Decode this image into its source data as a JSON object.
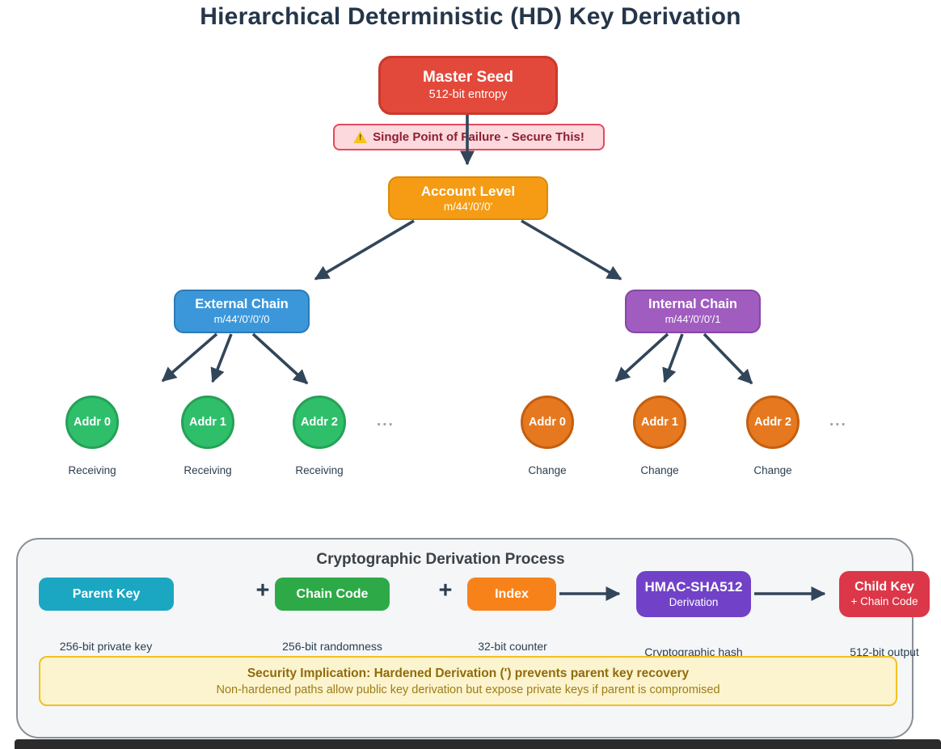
{
  "page": {
    "title": "Hierarchical Deterministic (HD) Key Derivation"
  },
  "colors": {
    "master_seed": "#e2493b",
    "warning_bg": "#fbd9dc",
    "warning_border": "#e5485c",
    "account_level": "#f59c14",
    "external_chain": "#3b97da",
    "internal_chain": "#a05cbf",
    "receiving_addr": "#2fbf6b",
    "change_addr": "#e6791f",
    "parent_key": "#1ba6c2",
    "chain_code": "#2daa47",
    "index": "#f8821a",
    "hmac": "#7142c8",
    "child_key": "#dc3748",
    "security_note_bg": "#fcf3cf",
    "security_note_border": "#f2c120",
    "arrow": "#32465a"
  },
  "tree": {
    "master": {
      "title": "Master Seed",
      "subtitle": "512-bit entropy"
    },
    "warning": {
      "icon": "warning-triangle",
      "text": "Single Point of Failure - Secure This!"
    },
    "account": {
      "title": "Account Level",
      "subtitle": "m/44'/0'/0'"
    },
    "external": {
      "title": "External Chain",
      "subtitle": "m/44'/0'/0'/0"
    },
    "internal": {
      "title": "Internal Chain",
      "subtitle": "m/44'/0'/0'/1"
    },
    "external_addresses": [
      {
        "label": "Addr 0",
        "caption": "Receiving"
      },
      {
        "label": "Addr 1",
        "caption": "Receiving"
      },
      {
        "label": "Addr 2",
        "caption": "Receiving"
      }
    ],
    "internal_addresses": [
      {
        "label": "Addr 0",
        "caption": "Change"
      },
      {
        "label": "Addr 1",
        "caption": "Change"
      },
      {
        "label": "Addr 2",
        "caption": "Change"
      }
    ],
    "ellipsis": "..."
  },
  "process": {
    "title": "Cryptographic Derivation Process",
    "plus": "+",
    "steps": [
      {
        "label": "Parent Key",
        "caption": "256-bit private key"
      },
      {
        "label": "Chain Code",
        "caption": "256-bit randomness"
      },
      {
        "label": "Index",
        "caption": "32-bit counter"
      },
      {
        "label": "HMAC-SHA512",
        "sublabel": "Derivation",
        "caption": "Cryptographic hash"
      },
      {
        "label": "Child Key",
        "sublabel": "+ Chain Code",
        "caption": "512-bit output"
      }
    ],
    "security_note": {
      "heading": "Security Implication: Hardened Derivation (') prevents parent key recovery",
      "body": "Non-hardened paths allow public key derivation but expose private keys if parent is compromised"
    }
  }
}
